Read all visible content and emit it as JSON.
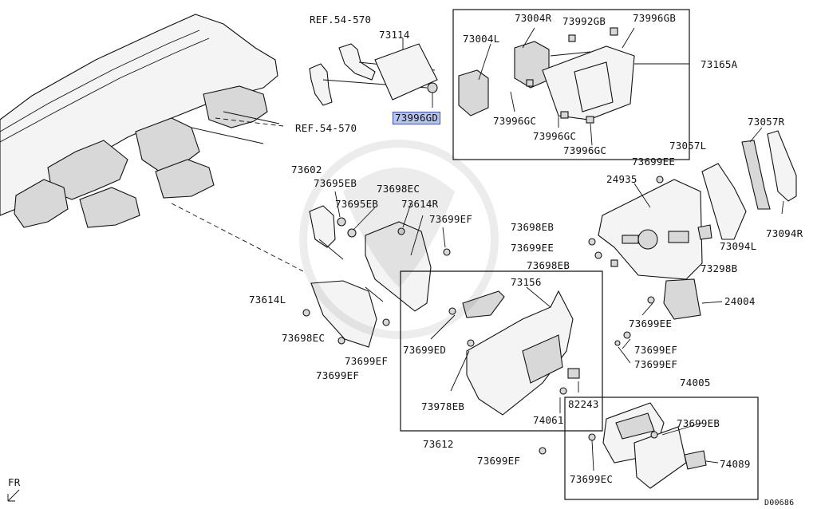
{
  "diagram": {
    "code": "D00686",
    "direction": "FR",
    "highlighted": "73996GD",
    "labels": {
      "ref_top": "REF.54-570",
      "ref_bottom": "REF.54-570",
      "p73114": "73114",
      "p73996GD": "73996GD",
      "p73004R": "73004R",
      "p73992GB": "73992GB",
      "p73996GB": "73996GB",
      "p73004L": "73004L",
      "p73165A": "73165A",
      "p73996GC_a": "73996GC",
      "p73996GC_b": "73996GC",
      "p73996GC_c": "73996GC",
      "p73057R": "73057R",
      "p73057L": "73057L",
      "p73602": "73602",
      "p73695EB_a": "73695EB",
      "p73695EB_b": "73695EB",
      "p73698EC_a": "73698EC",
      "p73614R": "73614R",
      "p73699EF_a": "73699EF",
      "p73699EE_a": "73699EE",
      "p24935": "24935",
      "p73698EB_a": "73698EB",
      "p73699EE_b": "73699EE",
      "p73698EB_b": "73698EB",
      "p73094L": "73094L",
      "p73094R": "73094R",
      "p73298B": "73298B",
      "p73614L": "73614L",
      "p73156": "73156",
      "p24004": "24004",
      "p73699EE_c": "73699EE",
      "p73698EC_b": "73698EC",
      "p73699ED": "73699ED",
      "p73699EF_b": "73699EF",
      "p73699EF_c": "73699EF",
      "p73699EF_d": "73699EF",
      "p73699EF_e": "73699EF",
      "p82243": "82243",
      "p73978EB": "73978EB",
      "p74061": "74061",
      "p74005": "74005",
      "p73612": "73612",
      "p73699EB": "73699EB",
      "p73699EF_f": "73699EF",
      "p74089": "74089",
      "p73699EC": "73699EC"
    }
  }
}
